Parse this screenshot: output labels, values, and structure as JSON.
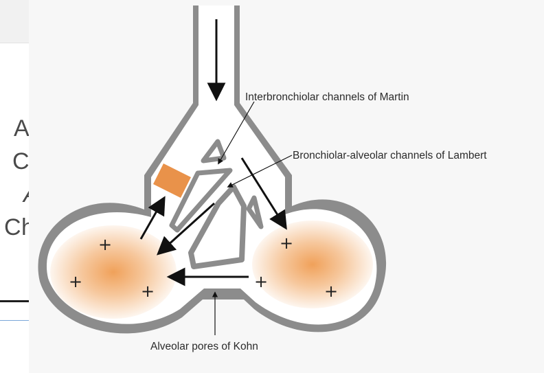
{
  "background": {
    "partial_text_lines": [
      "A",
      "C",
      "A",
      "Ch"
    ]
  },
  "labels": {
    "martin": "Interbronchiolar channels of Martin",
    "lambert": "Bronchiolar-alveolar channels of Lambert",
    "kohn": "Alveolar pores of Kohn"
  },
  "plus_sign": "+",
  "colors": {
    "airway_wall": "#8c8c8c",
    "airway_lumen": "#ffffff",
    "alveolus_center": "#f0a15a",
    "obstruction": "#e9924a",
    "arrow": "#111111"
  }
}
